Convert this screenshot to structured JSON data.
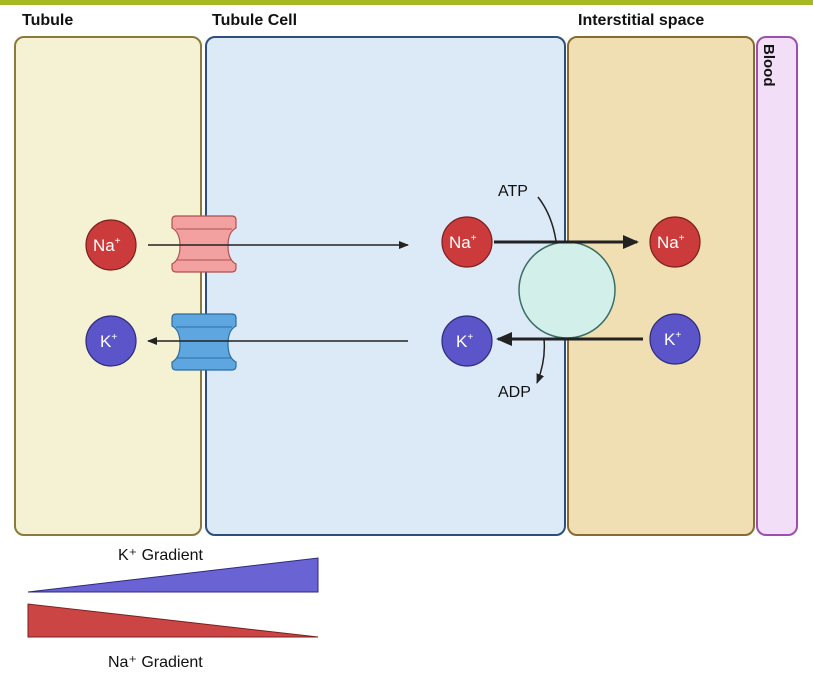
{
  "header": {
    "tubule": "Tubule",
    "tubule_cell": "Tubule Cell",
    "interstitial": "Interstitial space",
    "blood": "Blood"
  },
  "ions": {
    "na": "Na",
    "k": "K",
    "plus": "+"
  },
  "pump": {
    "atp": "ATP",
    "adp": "ADP"
  },
  "gradients": {
    "k_label": "K⁺ Gradient",
    "na_label": "Na⁺ Gradient"
  },
  "colors": {
    "top_bar": "#a6b924",
    "na_ion": "#cc3b3b",
    "k_ion": "#5b55c9",
    "na_channel": "#f2a0a0",
    "k_channel": "#5ea6df",
    "pump": "#d3efe9",
    "k_gradient": "#6a63d4",
    "na_gradient": "#cc4545"
  }
}
